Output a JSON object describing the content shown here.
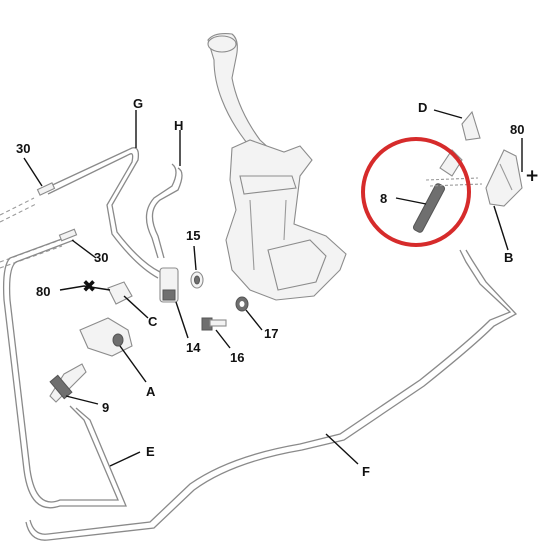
{
  "callouts": {
    "G": "G",
    "H": "H",
    "D": "D",
    "n80_right": "80",
    "plus": "+",
    "n30_top": "30",
    "n30_mid": "30",
    "n80_left": "80",
    "cross": "✖",
    "C": "C",
    "n15": "15",
    "n14": "14",
    "n16": "16",
    "n17": "17",
    "A": "A",
    "n9": "9",
    "E": "E",
    "F": "F",
    "n8": "8",
    "B": "B"
  },
  "colors": {
    "highlight_circle": "#d62b2b",
    "line_art": "#8c8c8c",
    "labels": "#111111"
  }
}
